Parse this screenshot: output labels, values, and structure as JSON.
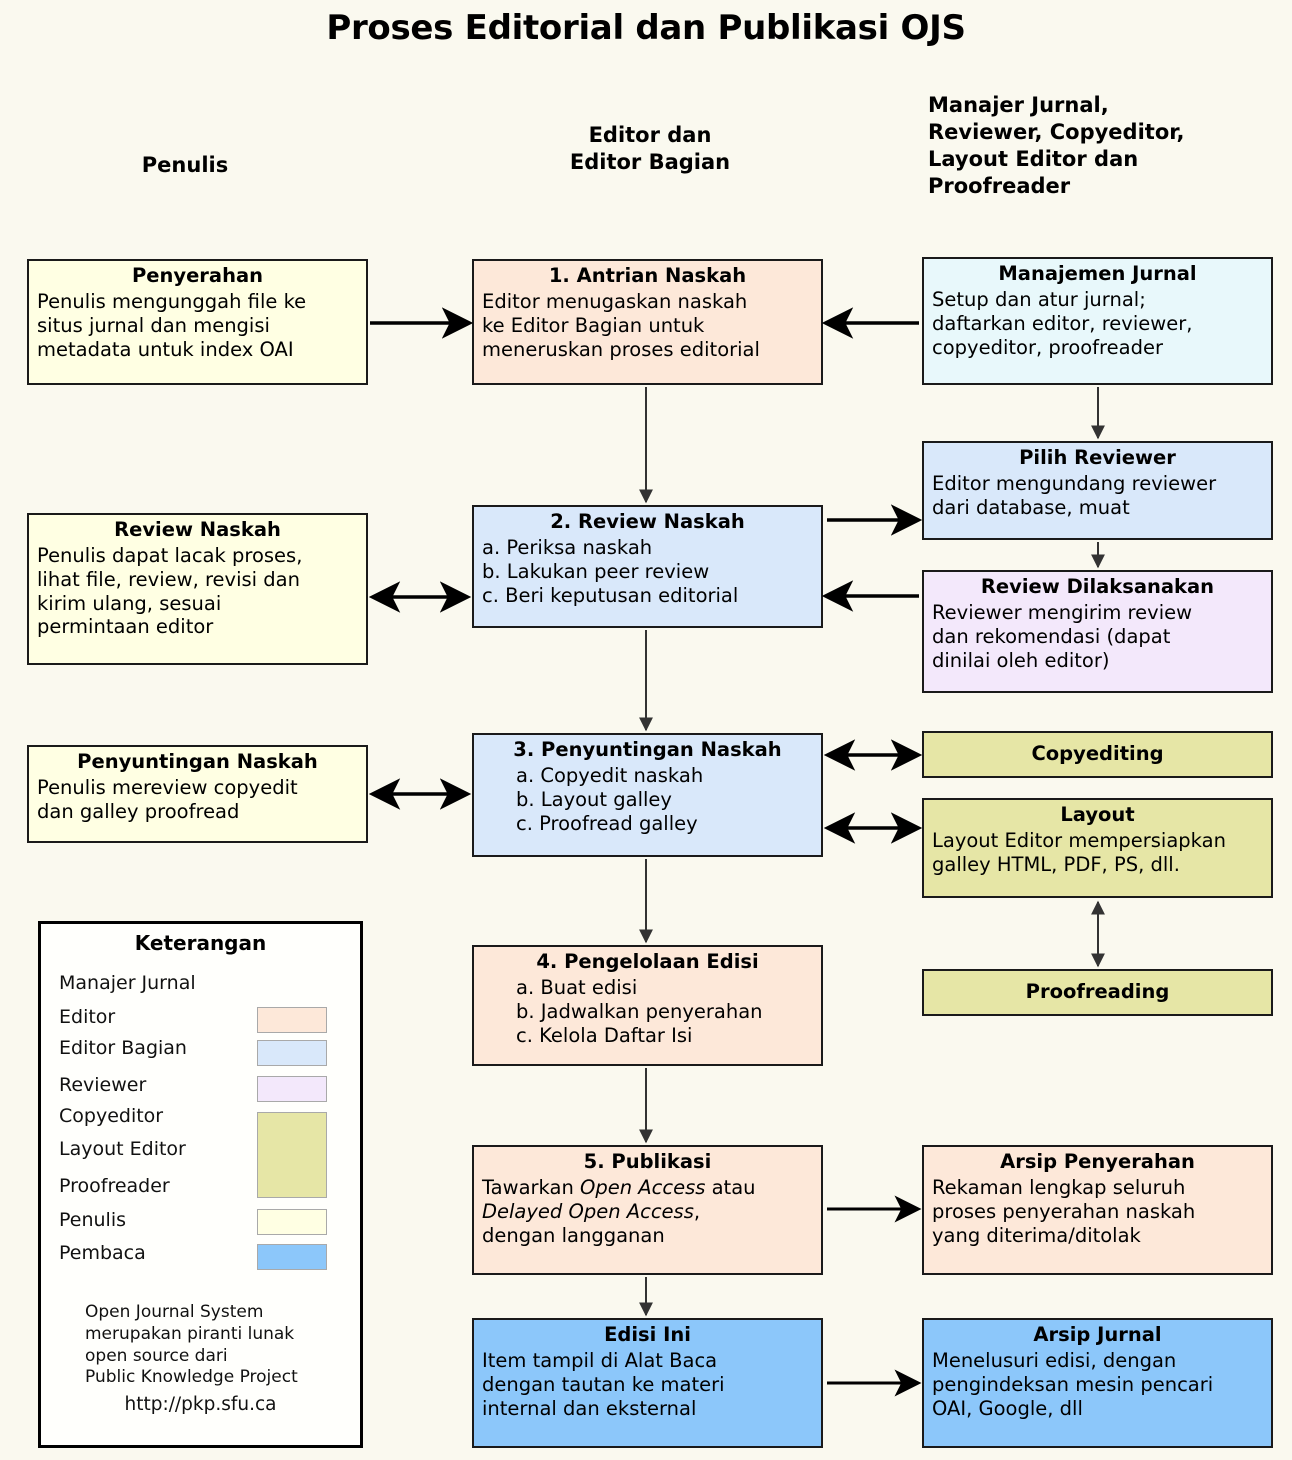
{
  "page": {
    "title": "Proses Editorial dan Publikasi OJS",
    "background_color": "#faf9ef"
  },
  "columns": {
    "author": "Penulis",
    "editor": "Editor dan\nEditor Bagian",
    "editor_line1": "Editor dan",
    "editor_line2": "Editor Bagian",
    "others_line1": "Manajer Jurnal,",
    "others_line2": "Reviewer, Copyeditor,",
    "others_line3": "Layout Editor dan",
    "others_line4": "Proofreader"
  },
  "boxes": {
    "penyerahan": {
      "title": "Penyerahan",
      "l1": "Penulis mengunggah file ke",
      "l2": "situs jurnal dan mengisi",
      "l3": "metadata untuk index OAI",
      "color": "#ffffe3",
      "role": "Penulis"
    },
    "antrian_naskah": {
      "title": "1. Antrian Naskah",
      "l1": "Editor menugaskan naskah",
      "l2": "ke Editor Bagian untuk",
      "l3": "meneruskan proses editorial",
      "color": "#fde8d9",
      "role": "Editor"
    },
    "manajemen_jurnal": {
      "title": "Manajemen Jurnal",
      "l1": "Setup dan atur jurnal;",
      "l2": "daftarkan editor, reviewer,",
      "l3": "copyeditor, proofreader",
      "color": "#e8f8fb",
      "role": "Manajer Jurnal"
    },
    "pilih_reviewer": {
      "title": "Pilih Reviewer",
      "l1": "Editor mengundang reviewer",
      "l2": "dari database, muat",
      "color": "#d9e8fa",
      "role": "Editor Bagian"
    },
    "review_naskah_author": {
      "title": "Review Naskah",
      "l1": "Penulis dapat lacak proses,",
      "l2": "lihat file, review, revisi dan",
      "l3": "kirim ulang, sesuai",
      "l4": "permintaan editor",
      "color": "#ffffe3",
      "role": "Penulis"
    },
    "review_naskah_2": {
      "title": "2. Review Naskah",
      "l1": "a. Periksa naskah",
      "l2": "b. Lakukan peer review",
      "l3": "c. Beri keputusan editorial",
      "color": "#d9e8fa",
      "role": "Editor Bagian"
    },
    "review_dilaksanakan": {
      "title": "Review Dilaksanakan",
      "l1": "Reviewer mengirim review",
      "l2": "dan rekomendasi (dapat",
      "l3": "dinilai oleh editor)",
      "color": "#f3e8fb",
      "role": "Reviewer"
    },
    "penyuntingan_naskah_author": {
      "title": "Penyuntingan Naskah",
      "l1": "Penulis mereview copyedit",
      "l2": "dan galley proofread",
      "color": "#ffffe3",
      "role": "Penulis"
    },
    "penyuntingan_naskah_3": {
      "title": "3. Penyuntingan Naskah",
      "l1": "a. Copyedit naskah",
      "l2": "b. Layout galley",
      "l3": "c. Proofread galley",
      "color": "#d9e8fa",
      "role": "Editor Bagian"
    },
    "copyediting": {
      "title": "Copyediting",
      "color": "#e6e6a6",
      "role": "Copyeditor"
    },
    "layout": {
      "title": "Layout",
      "l1": "Layout Editor mempersiapkan",
      "l2": "galley HTML, PDF, PS, dll.",
      "color": "#e6e6a6",
      "role": "Layout Editor"
    },
    "proofreading": {
      "title": "Proofreading",
      "color": "#e6e6a6",
      "role": "Proofreader"
    },
    "pengelolaan_edisi": {
      "title": "4. Pengelolaan Edisi",
      "l1": "a. Buat edisi",
      "l2": "b. Jadwalkan penyerahan",
      "l3": "c. Kelola Daftar Isi",
      "color": "#fde8d9",
      "role": "Editor"
    },
    "publikasi": {
      "title": "5. Publikasi",
      "l1_a": "Tawarkan ",
      "l1_i": "Open Access",
      "l1_b": " atau",
      "l2_i": "Delayed Open Access",
      "l2_b": ",",
      "l3": "dengan langganan",
      "color": "#fde8d9",
      "role": "Editor"
    },
    "arsip_penyerahan": {
      "title": "Arsip Penyerahan",
      "l1": "Rekaman lengkap seluruh",
      "l2": "proses penyerahan naskah",
      "l3": "yang diterima/ditolak",
      "color": "#fde8d9",
      "role": "Editor"
    },
    "edisi_ini": {
      "title": "Edisi Ini",
      "l1": "Item tampil di Alat Baca",
      "l2": "dengan tautan ke materi",
      "l3": "internal dan eksternal",
      "color": "#8cc7fa",
      "role": "Pembaca"
    },
    "arsip_jurnal": {
      "title": "Arsip Jurnal",
      "l1": "Menelusuri edisi, dengan",
      "l2": "pengindeksan mesin pencari",
      "l3": "OAI, Google, dll",
      "color": "#8cc7fa",
      "role": "Pembaca"
    }
  },
  "legend": {
    "title": "Keterangan",
    "rows": [
      {
        "label": "Manajer Jurnal",
        "color": null
      },
      {
        "label": "Editor",
        "color": "#fde8d9"
      },
      {
        "label": "Editor Bagian",
        "color": "#d9e8fa"
      },
      {
        "label": "Reviewer",
        "color": "#f3e8fb"
      },
      {
        "label": "Copyeditor",
        "color": "#e6e6a6"
      },
      {
        "label": "Layout Editor",
        "color": "#e6e6a6"
      },
      {
        "label": "Proofreader",
        "color": "#e6e6a6"
      },
      {
        "label": "Penulis",
        "color": "#ffffe3"
      },
      {
        "label": "Pembaca",
        "color": "#8cc7fa"
      }
    ],
    "note_l1": "Open Journal System",
    "note_l2": "merupakan piranti lunak",
    "note_l3": "open source dari",
    "note_l4": "Public Knowledge Project",
    "url": "http://pkp.sfu.ca"
  }
}
